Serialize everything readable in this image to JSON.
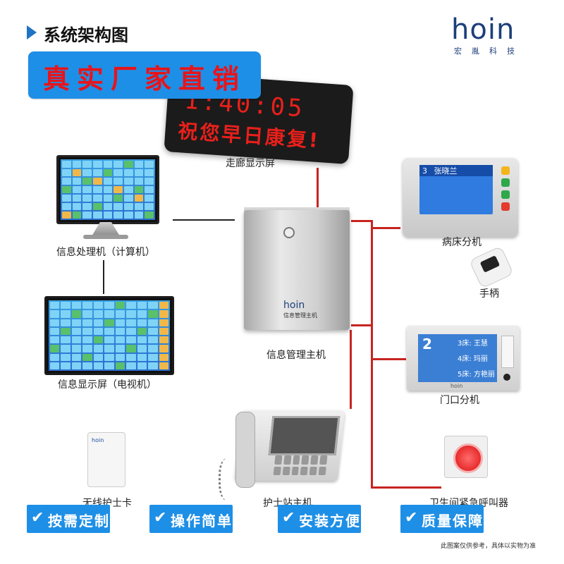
{
  "header": {
    "title": "系统架构图",
    "banner": "真实厂家直销"
  },
  "logo": {
    "text": "hoin",
    "sub": "宏胤科技"
  },
  "led_screen": {
    "line1": "1:40:05",
    "line2": "祝您早日康复!"
  },
  "bed_screen": {
    "bed_number": "3",
    "patient": "张晓兰"
  },
  "door_screen": {
    "room": "2",
    "rows": [
      "3床: 王慧",
      "4床: 玛丽",
      "5床: 方艳丽"
    ],
    "brand": "hoin"
  },
  "server": {
    "logo": "hoin",
    "sub": "信息管理主机"
  },
  "nodes": {
    "corridor_screen": "走廊显示屏",
    "info_processor": "信息处理机（计算机）",
    "info_display": "信息显示屏（电视机）",
    "main_host": "信息管理主机",
    "bed_terminal": "病床分机",
    "handle": "手柄",
    "door_terminal": "门口分机",
    "card": "无线护士卡",
    "nurse_station": "护士站主机",
    "toilet_call": "卫生间紧急呼叫器"
  },
  "badges": [
    "按需定制",
    "操作简单",
    "安装方便",
    "质量保障"
  ],
  "footnote": "此图案仅供参考，具体以实物为准",
  "colors": {
    "accent_blue": "#1e8fe6",
    "line_red": "#c72420",
    "led_red": "#e8201b"
  }
}
